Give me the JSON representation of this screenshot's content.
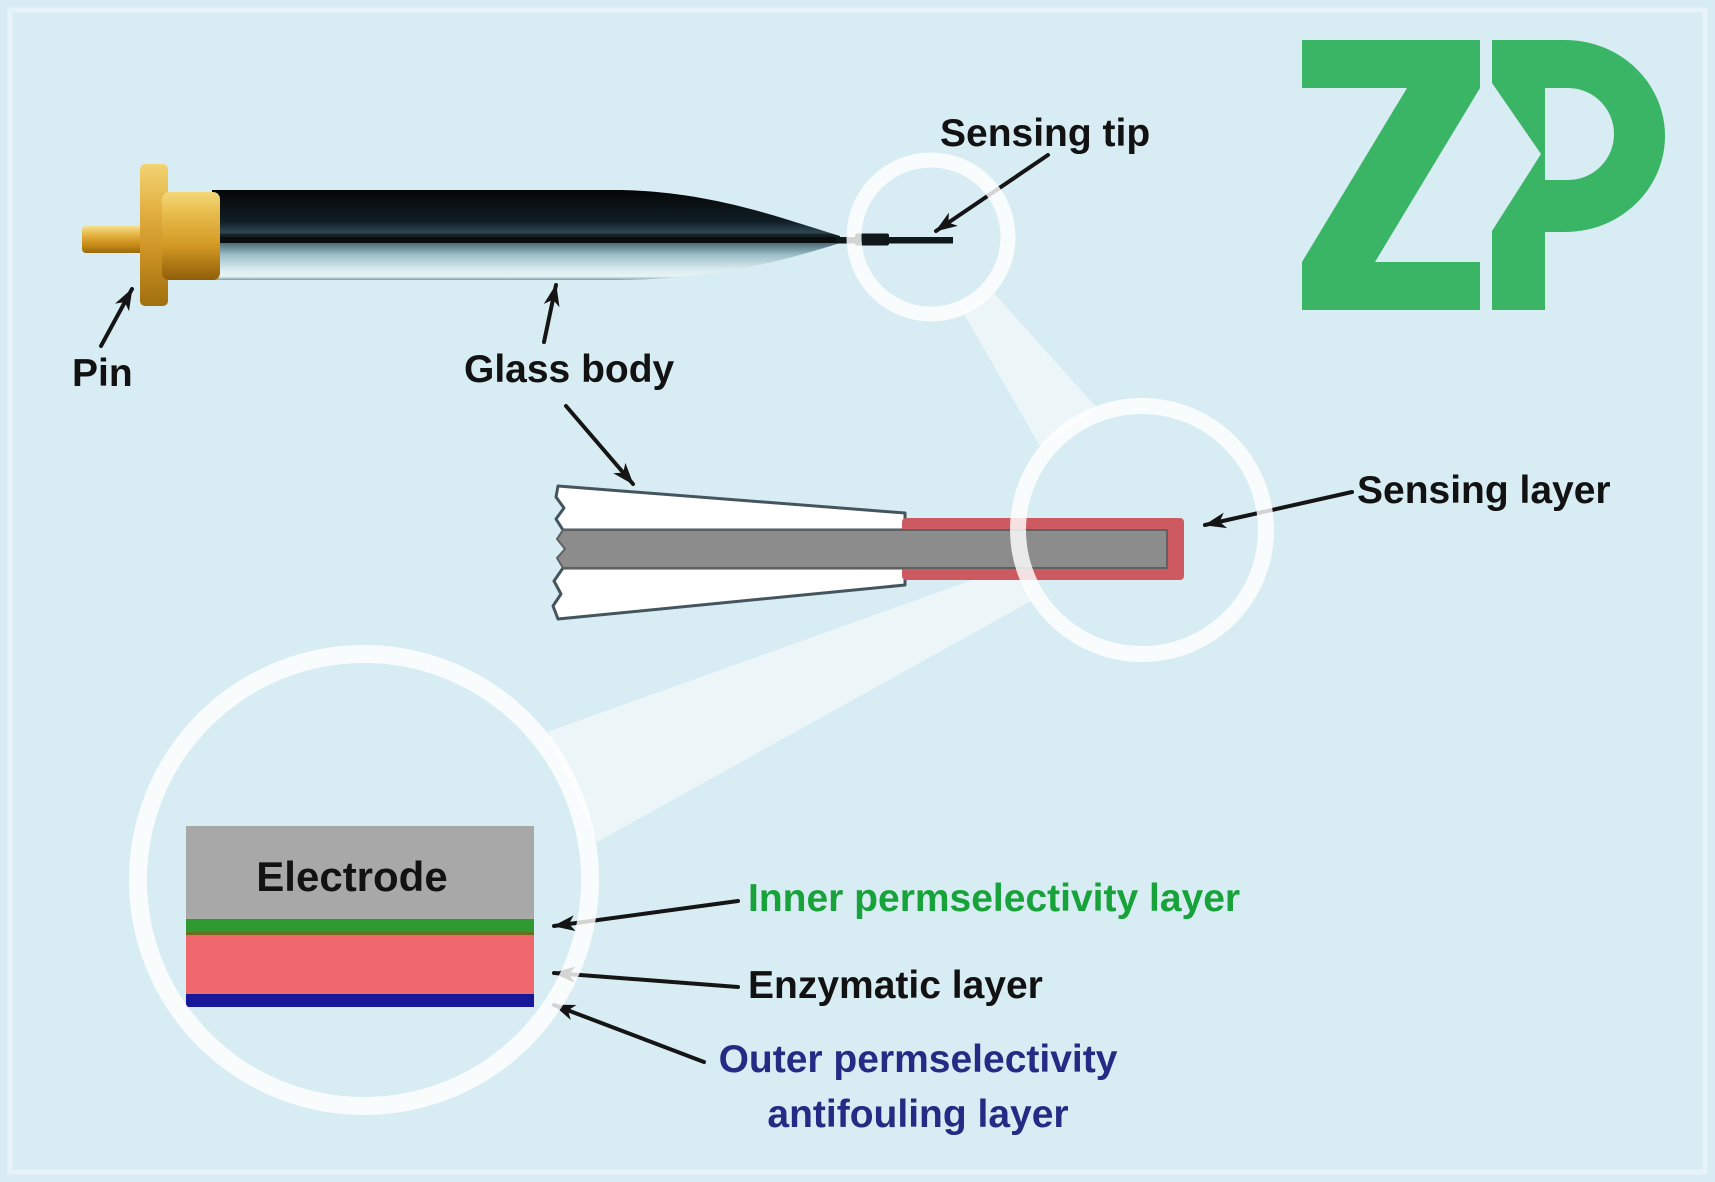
{
  "logo": {
    "text": "ZP",
    "color": "#3ab566"
  },
  "labels": {
    "pin": "Pin",
    "glass_body": "Glass body",
    "sensing_tip": "Sensing tip",
    "sensing_layer": "Sensing layer",
    "electrode": "Electrode",
    "inner_permselectivity": "Inner permselectivity layer",
    "enzymatic": "Enzymatic layer",
    "outer_permselectivity_line1": "Outer permselectivity",
    "outer_permselectivity_line2": "antifouling layer"
  },
  "colors": {
    "background": "#d8ecf3",
    "label_text": "#121212",
    "inner_text_green": "#18a33a",
    "outer_text_navy": "#232b85",
    "inner_layer_green": "#2d9b30",
    "enzymatic_pink": "#ef686d",
    "outer_layer_navy": "#181899",
    "sensing_layer_red": "#cc5a60",
    "electrode_gray": "#a8a8a8",
    "rod_gray": "#8c8c8c",
    "pin_gold": "#d9a62e",
    "glass_dark": "#0a161c",
    "magnifier_white": "#ffffff"
  }
}
